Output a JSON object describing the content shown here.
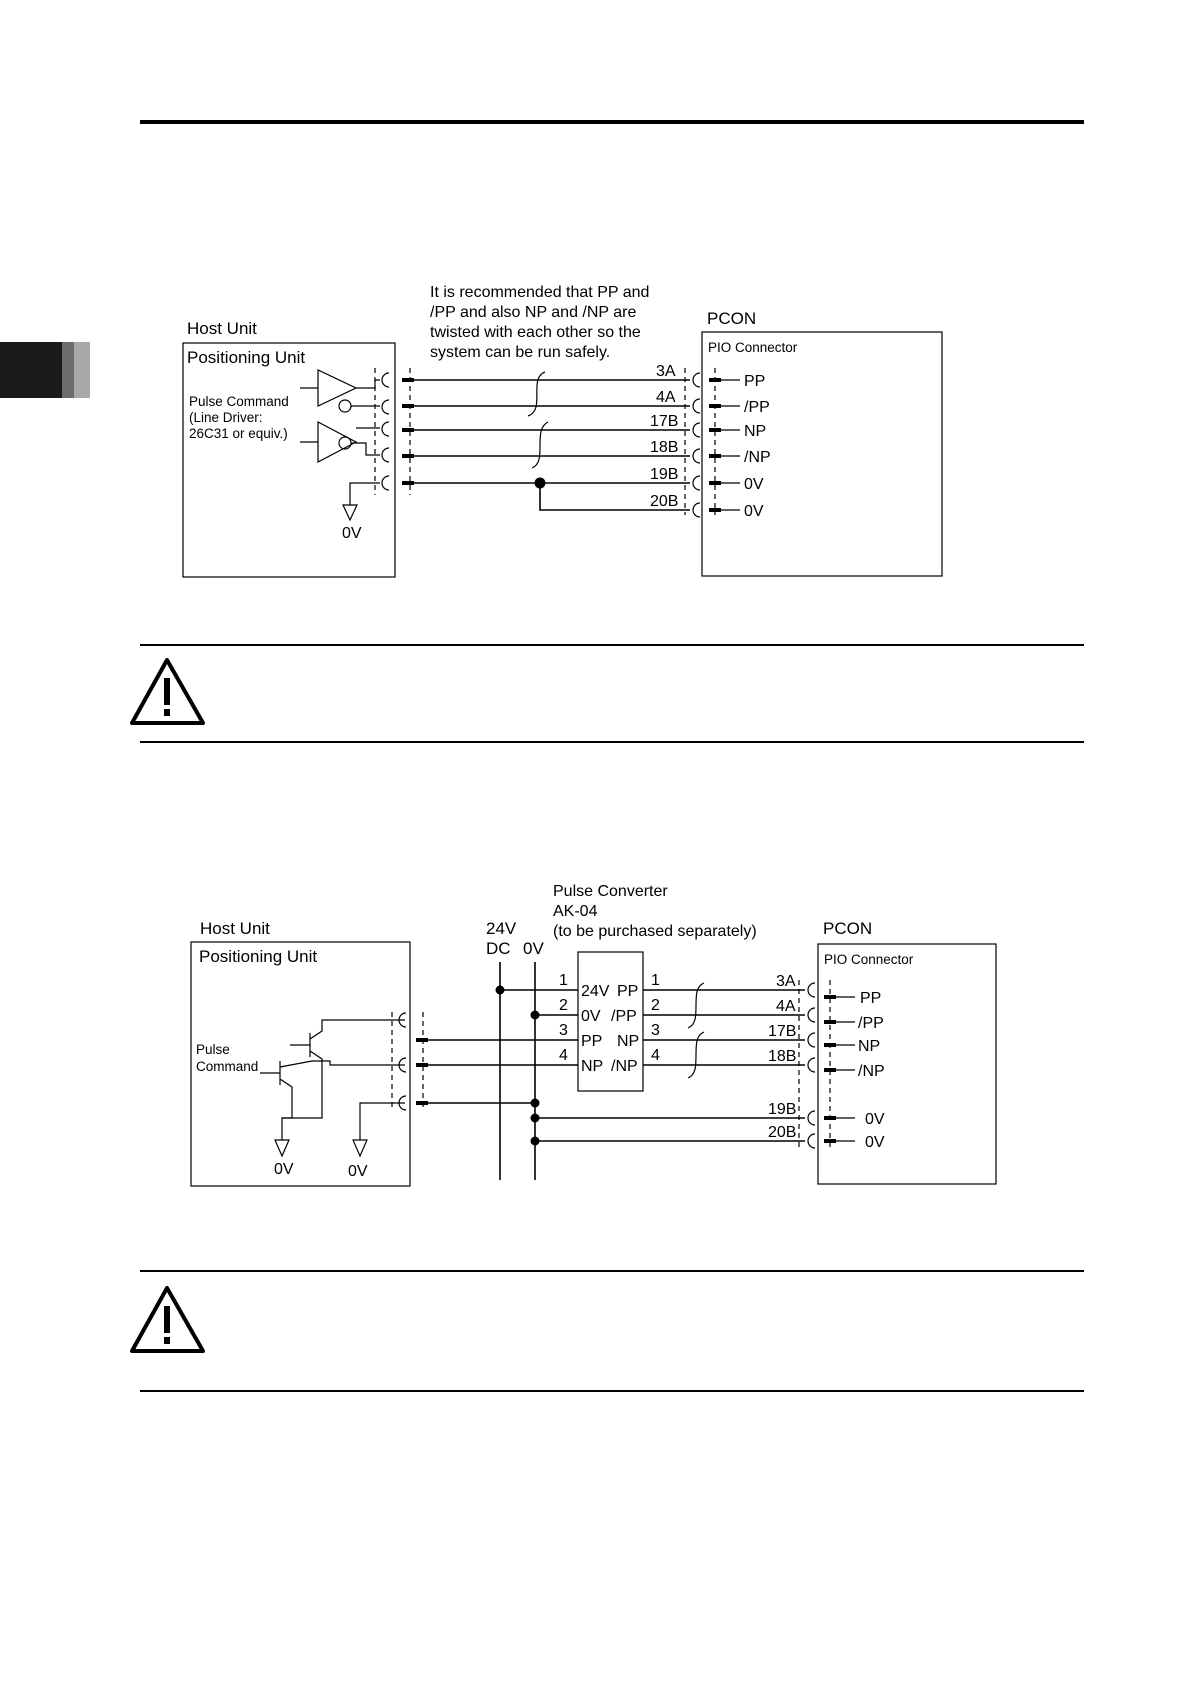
{
  "diagram1": {
    "note_lines": [
      "It is recommended that PP and",
      "/PP and also NP and /NP are",
      "twisted with each other so the",
      "system can be run safely."
    ],
    "host_label": "Host Unit",
    "host_box_label": "Positioning Unit",
    "pulse_lines": [
      "Pulse Command",
      "(Line Driver:",
      " 26C31 or equiv.)"
    ],
    "host_ground": "0V",
    "pcon_label": "PCON",
    "pio_label": "PIO Connector",
    "pins": [
      "3A",
      "4A",
      "17B",
      "18B",
      "19B",
      "20B"
    ],
    "signals": [
      "PP",
      "/PP",
      "NP",
      "/NP",
      "0V",
      "0V"
    ]
  },
  "diagram2": {
    "host_label": "Host Unit",
    "host_box_label": "Positioning Unit",
    "pulse_lines": [
      "Pulse",
      "Command"
    ],
    "grounds": [
      "0V",
      "0V"
    ],
    "supply_top": "24V",
    "supply_dc": "DC",
    "supply_0v": "0V",
    "converter_lines": [
      "Pulse Converter",
      "AK-04",
      "(to be purchased separately)"
    ],
    "converter_left_nums": [
      "1",
      "2",
      "3",
      "4"
    ],
    "converter_left_terms": [
      "24V",
      "0V",
      "PP",
      "NP"
    ],
    "converter_right_terms": [
      "PP",
      "/PP",
      "NP",
      "/NP"
    ],
    "converter_right_nums": [
      "1",
      "2",
      "3",
      "4"
    ],
    "pcon_label": "PCON",
    "pio_label": "PIO Connector",
    "pins": [
      "3A",
      "4A",
      "17B",
      "18B",
      "19B",
      "20B"
    ],
    "signals": [
      "PP",
      "/PP",
      "NP",
      "/NP",
      "0V",
      "0V"
    ]
  },
  "icons": {
    "warning_1": "warning-triangle-icon",
    "warning_2": "warning-triangle-icon"
  }
}
